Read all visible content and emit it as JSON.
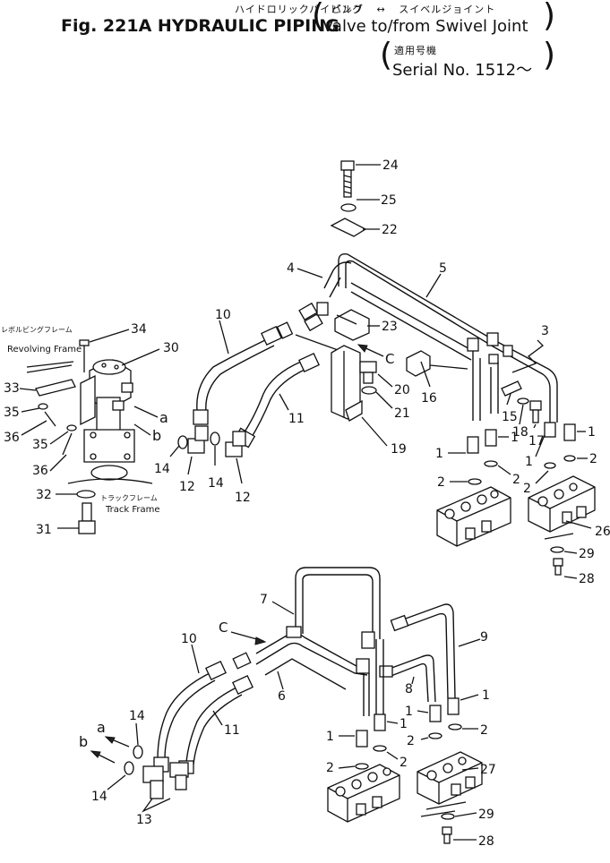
{
  "header": {
    "title_jp": "ハイドロリックパイピング",
    "title_en": "Fig. 221A HYDRAULIC PIPING",
    "sub_jp": "バルブ ↔ スイベルジョイント",
    "sub_en": "Valve to/from Swivel Joint",
    "serial_jp": "適用号機",
    "serial_en": "Serial No. 1512～"
  },
  "labels": {
    "revolving_frame_jp": "レボルビングフレーム",
    "revolving_frame_en": "Revolving Frame",
    "track_frame_jp": "トラックフレーム",
    "track_frame_en": "Track Frame",
    "view_c_upper": "C",
    "view_c_lower": "C",
    "letter_a_upper": "a",
    "letter_b_upper": "b",
    "letter_a_lower": "a",
    "letter_b_lower": "b"
  },
  "callouts": {
    "p24": "24",
    "p25": "25",
    "p22": "22",
    "p4": "4",
    "p5": "5",
    "p3": "3",
    "p23": "23",
    "p10u": "10",
    "p34": "34",
    "p30": "30",
    "p20": "20",
    "p21": "21",
    "p16": "16",
    "p15": "15",
    "p18": "18",
    "p17": "17",
    "p1a": "1",
    "p1b": "1",
    "p1c": "1",
    "p1d": "1",
    "p2a": "2",
    "p2b": "2",
    "p2c": "2",
    "p2d": "2",
    "p11u": "11",
    "p19": "19",
    "p33": "33",
    "p35a": "35",
    "p36a": "36",
    "p35b": "35",
    "p36b": "36",
    "p14a": "14",
    "p12a": "12",
    "p14b": "14",
    "p12b": "12",
    "p32": "32",
    "p31": "31",
    "p26": "26",
    "p29u": "29",
    "p28u": "28",
    "p7": "7",
    "p9": "9",
    "p10l": "10",
    "p6": "6",
    "p8": "8",
    "p14c": "14",
    "p11l": "11",
    "p1e": "1",
    "p1f": "1",
    "p1g": "1",
    "p1h": "1",
    "p2e": "2",
    "p2f": "2",
    "p2g": "2",
    "p2h": "2",
    "p14d": "14",
    "p13": "13",
    "p27": "27",
    "p29l": "29",
    "p28l": "28"
  }
}
